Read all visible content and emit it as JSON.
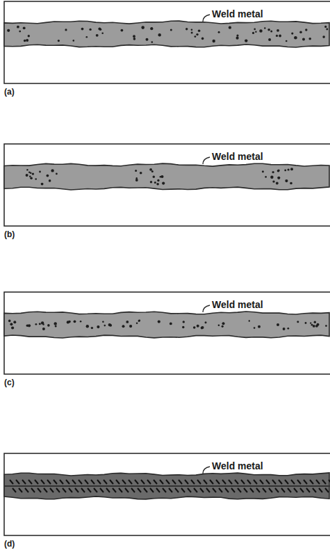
{
  "diagram": {
    "labels": [
      "Weld metal",
      "(a)",
      "Weld metal",
      "(b)",
      "Weld metal",
      "(c)",
      "Weld metal",
      "(d)"
    ]
  }
}
